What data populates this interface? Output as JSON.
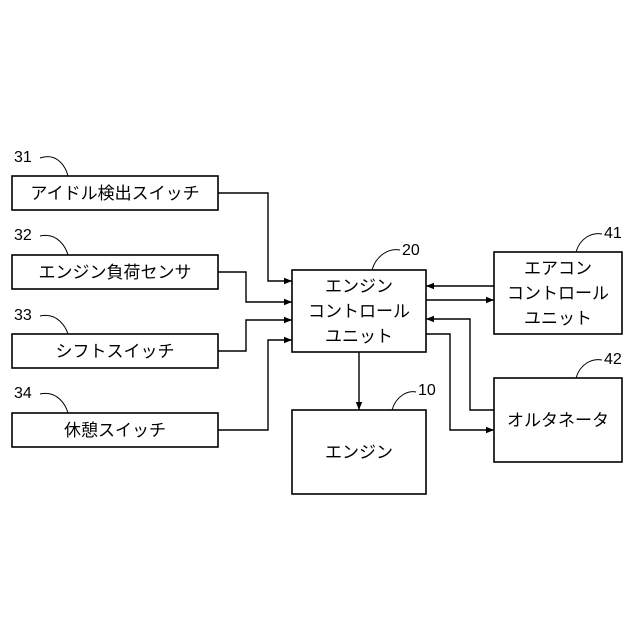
{
  "inputs": {
    "idle_switch": {
      "ref": "31",
      "label": "アイドル検出スイッチ"
    },
    "engine_load_sensor": {
      "ref": "32",
      "label": "エンジン負荷センサ"
    },
    "shift_switch": {
      "ref": "33",
      "label": "シフトスイッチ"
    },
    "rest_switch": {
      "ref": "34",
      "label": "休憩スイッチ"
    }
  },
  "ecu": {
    "ref": "20",
    "lines": [
      "エンジン",
      "コントロール",
      "ユニット"
    ]
  },
  "aircon_unit": {
    "ref": "41",
    "lines": [
      "エアコン",
      "コントロール",
      "ユニット"
    ]
  },
  "alternator": {
    "ref": "42",
    "label": "オルタネータ"
  },
  "engine": {
    "ref": "10",
    "label": "エンジン"
  }
}
